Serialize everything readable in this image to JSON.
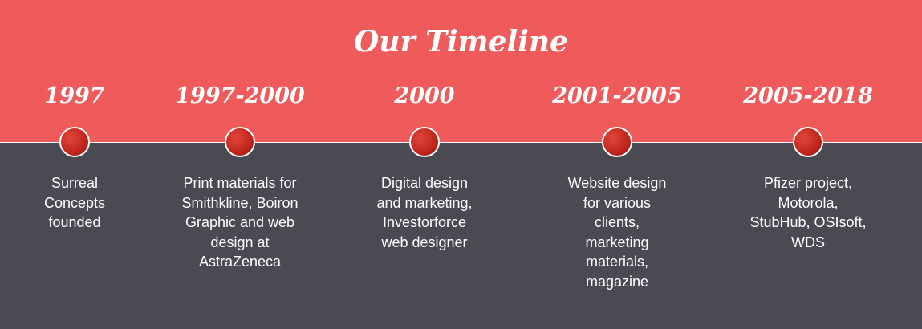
{
  "title": "Our Timeline",
  "colors": {
    "top_band": "#ef5b5b",
    "bottom_band": "#4a4a52",
    "node": "#c3281e",
    "text": "#ffffff"
  },
  "events": [
    {
      "year": "1997",
      "lines": [
        "Surreal",
        "Concepts",
        "founded"
      ]
    },
    {
      "year": "1997-2000",
      "lines": [
        "Print materials for",
        "Smithkline, Boiron",
        "Graphic and web",
        "design at",
        "AstraZeneca"
      ]
    },
    {
      "year": "2000",
      "lines": [
        "Digital design",
        "and marketing,",
        "Investorforce",
        "web designer"
      ]
    },
    {
      "year": "2001-2005",
      "lines": [
        "Website design",
        "for various",
        "clients,",
        "marketing",
        "materials,",
        "magazine"
      ]
    },
    {
      "year": "2005-2018",
      "lines": [
        "Pfizer project,",
        "Motorola,",
        "StubHub, OSIsoft,",
        "WDS"
      ]
    }
  ]
}
